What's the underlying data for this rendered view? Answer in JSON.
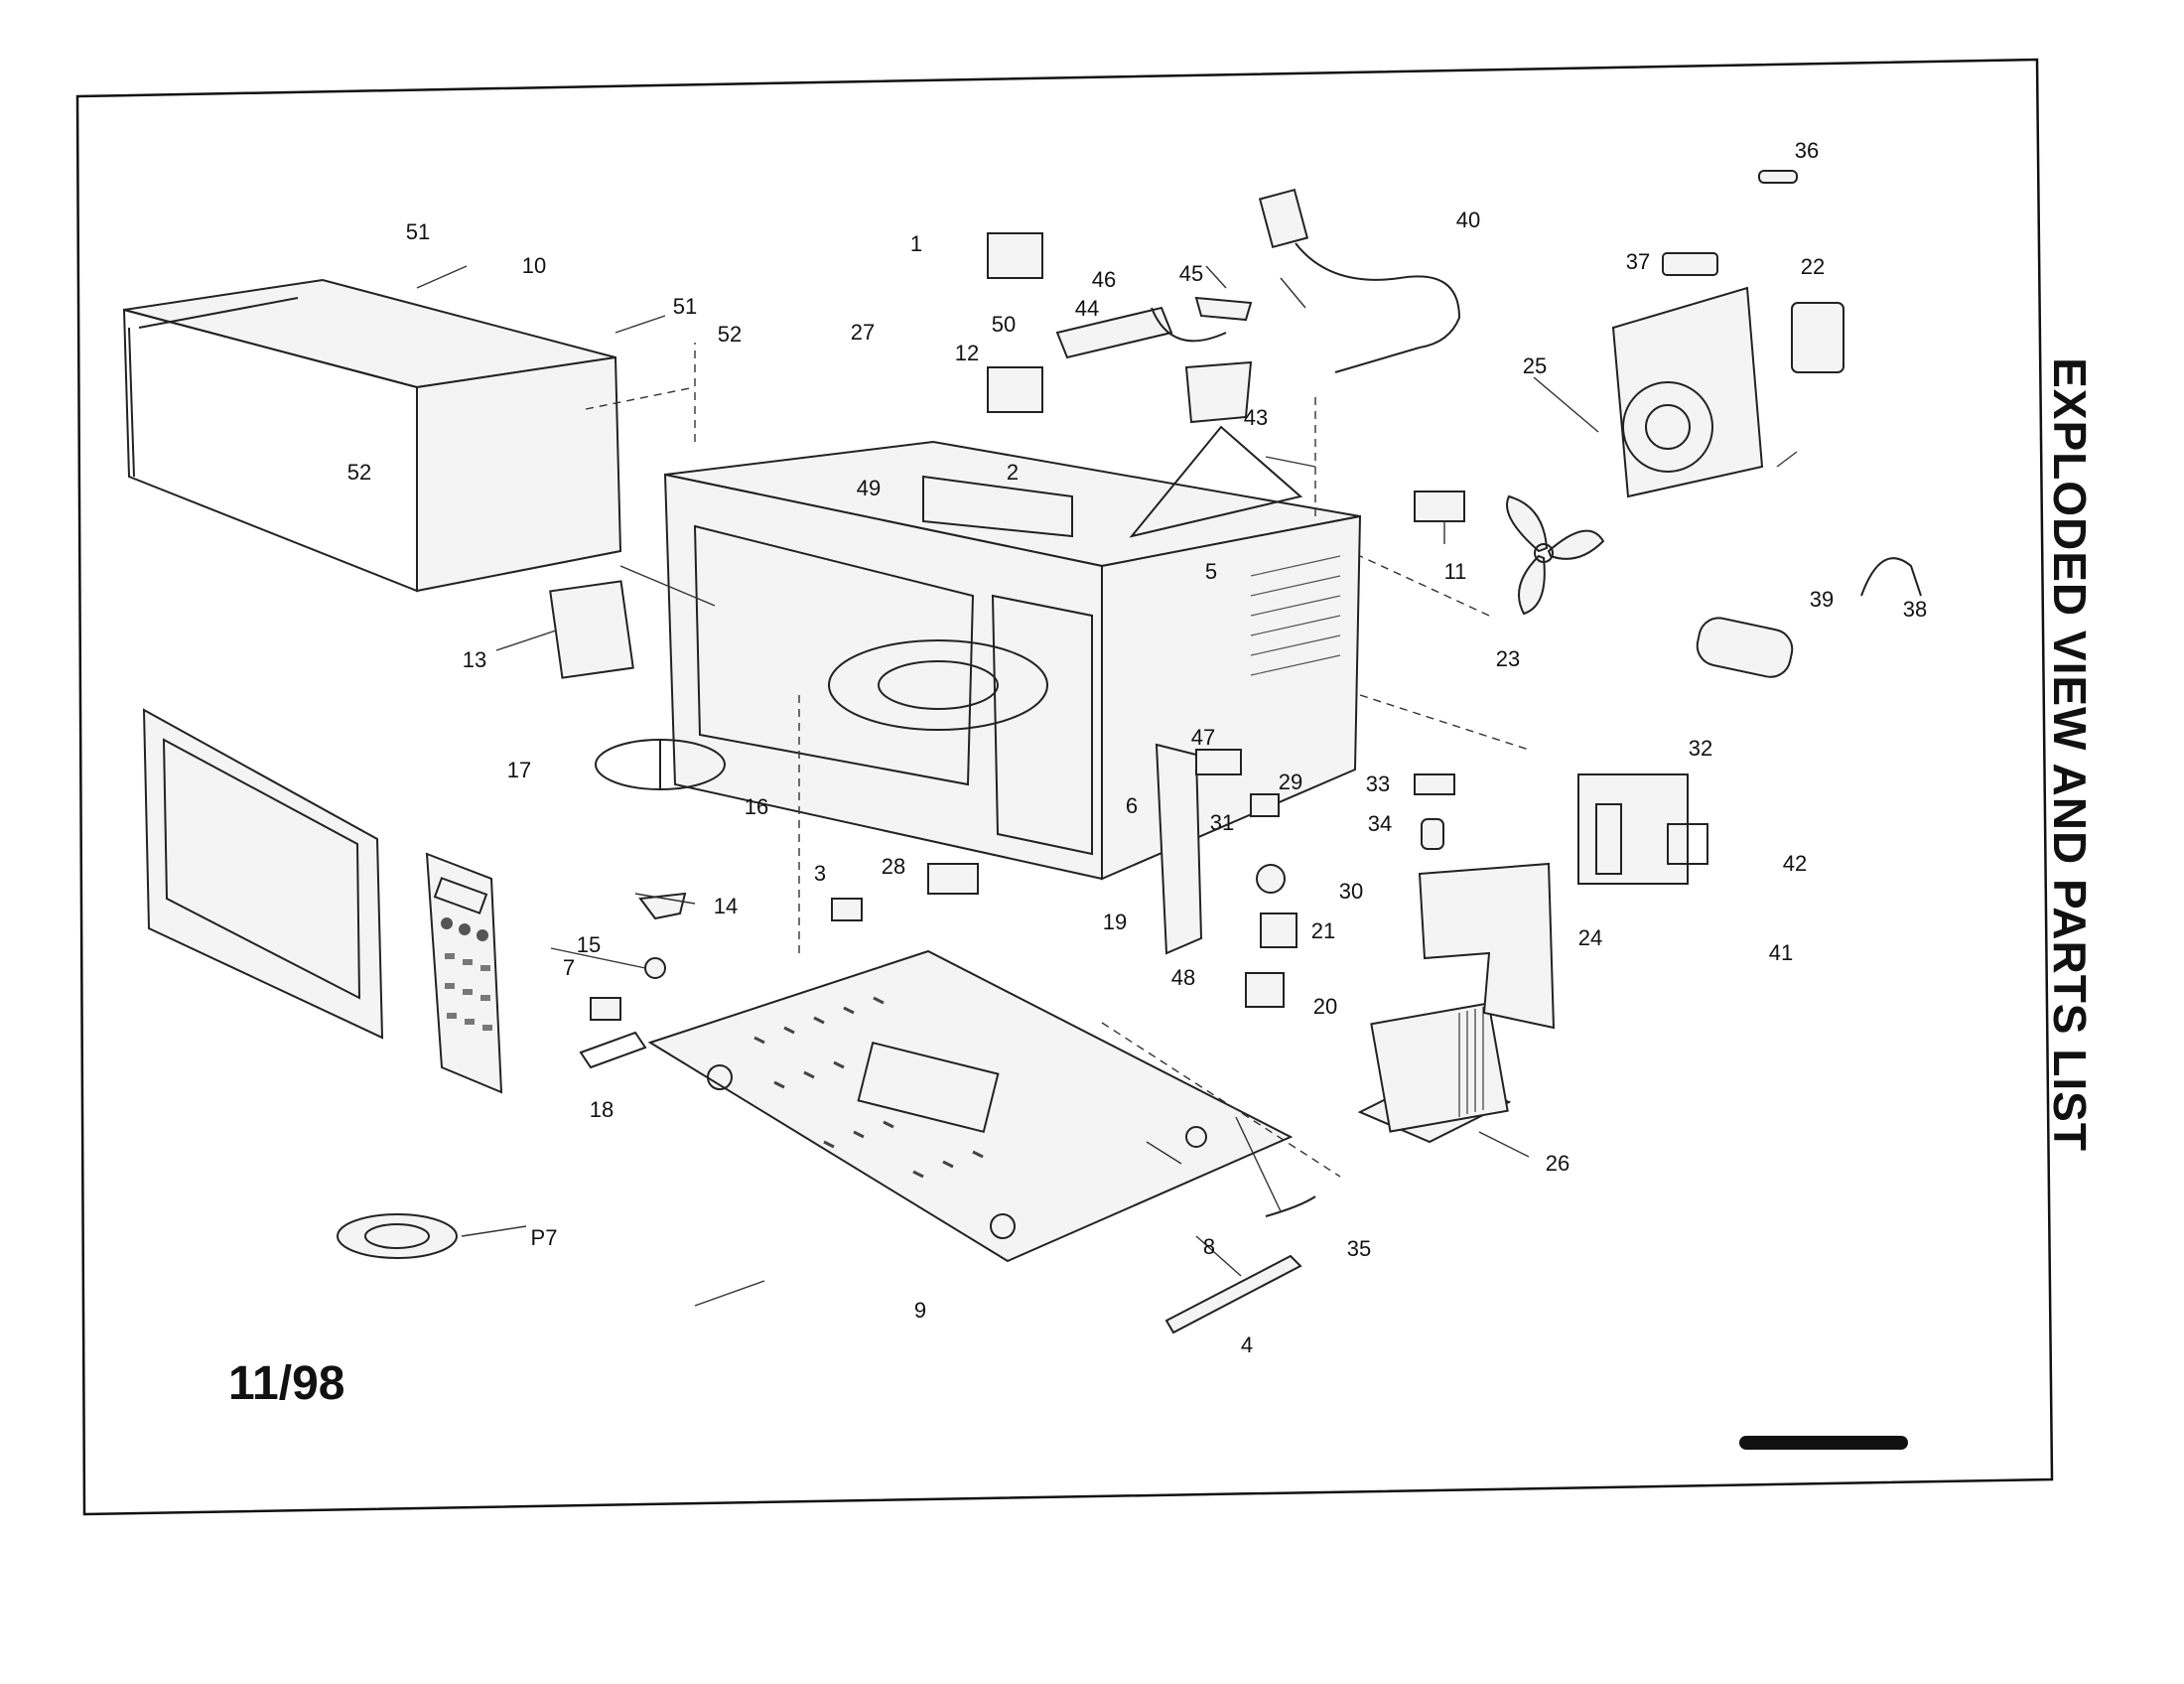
{
  "document": {
    "date_code": "11/98",
    "side_title": "EXPLODED VIEW AND PARTS LIST"
  },
  "callouts": [
    "1",
    "2",
    "3",
    "4",
    "5",
    "6",
    "7",
    "8",
    "9",
    "10",
    "11",
    "12",
    "13",
    "14",
    "15",
    "16",
    "17",
    "18",
    "19",
    "20",
    "21",
    "22",
    "23",
    "24",
    "25",
    "26",
    "27",
    "28",
    "29",
    "30",
    "31",
    "32",
    "33",
    "34",
    "35",
    "36",
    "37",
    "38",
    "39",
    "40",
    "41",
    "42",
    "43",
    "44",
    "45",
    "46",
    "47",
    "48",
    "49",
    "50",
    "51",
    "51",
    "52",
    "52",
    "P7"
  ]
}
